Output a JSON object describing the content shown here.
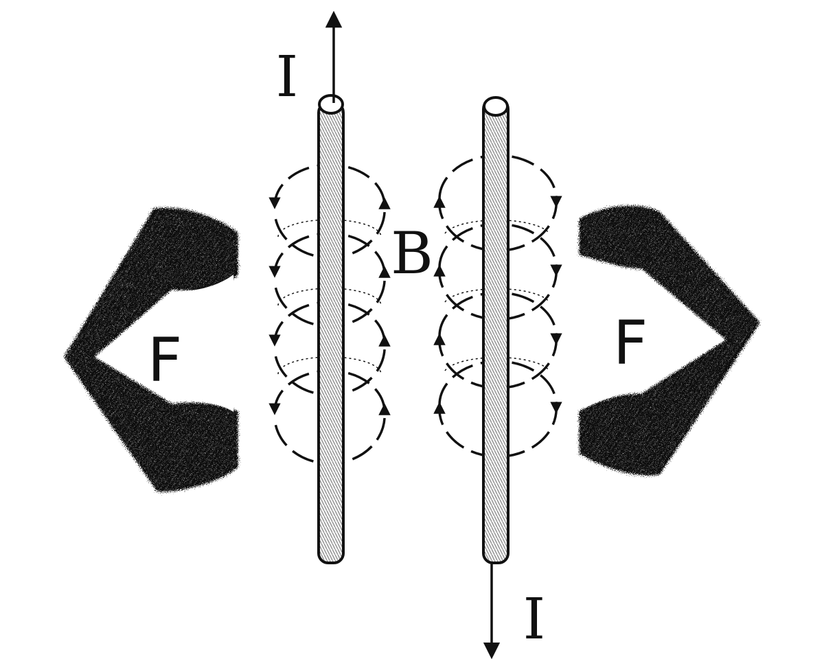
{
  "labels": {
    "current_top": "I",
    "current_bottom": "I",
    "field": "B",
    "force_left": "F",
    "force_right": "F"
  },
  "colors": {
    "ink": "#111111",
    "background": "#ffffff",
    "wire_fill": "#f2f2f2"
  },
  "wires": [
    {
      "name": "left-wire",
      "current_direction": "up"
    },
    {
      "name": "right-wire",
      "current_direction": "down"
    }
  ],
  "field_loops_per_wire": 4,
  "forces": {
    "left": "away-left",
    "right": "away-right"
  }
}
